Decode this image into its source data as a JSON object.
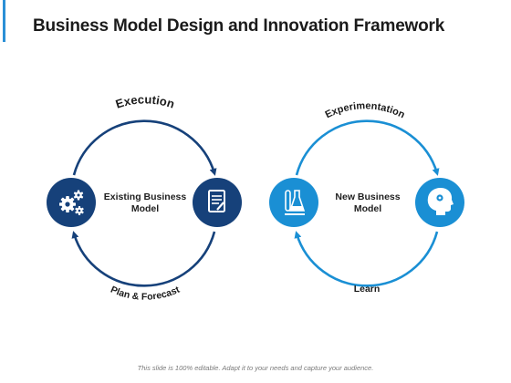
{
  "title": "Business Model Design and Innovation Framework",
  "colors": {
    "navy": "#16417a",
    "blue": "#1a8fd4",
    "accent_bar": "#2a8fd6"
  },
  "left_cycle": {
    "top_label": "Execution",
    "bottom_label": "Plan & Forecast",
    "center_line1": "Existing Business",
    "center_line2": "Model",
    "left_icon": "gears-icon",
    "right_icon": "document-edit-icon"
  },
  "right_cycle": {
    "top_label": "Experimentation",
    "bottom_label": "Learn",
    "center_line1": "New Business",
    "center_line2": "Model",
    "left_icon": "lab-flasks-icon",
    "right_icon": "head-idea-icon"
  },
  "footer": "This slide is 100% editable. Adapt it to your needs and capture your audience."
}
